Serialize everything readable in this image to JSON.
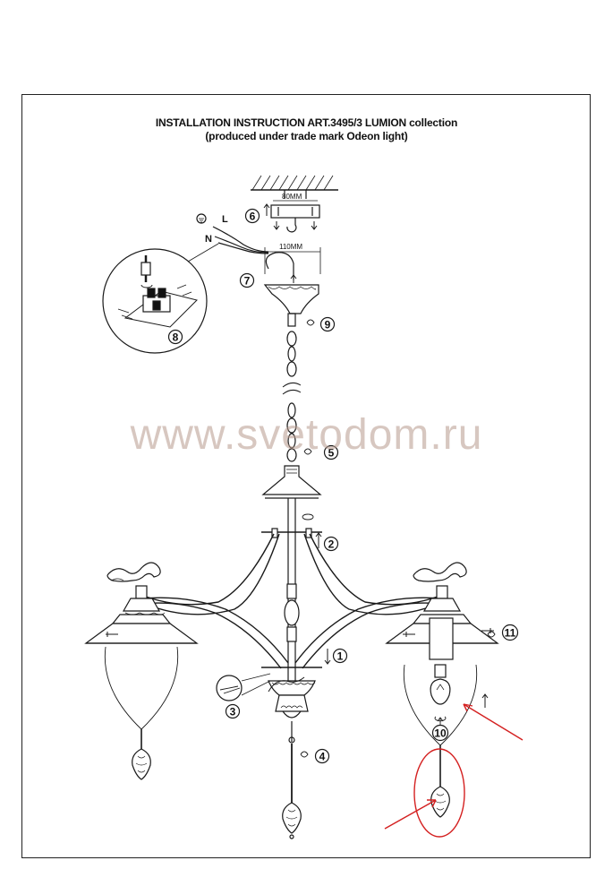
{
  "title": {
    "line1": "INSTALLATION INSTRUCTION  ART.3495/3 LUMION collection",
    "line2": "(produced under trade mark Odeon light)"
  },
  "watermark": "www.svetodom.ru",
  "dimensions": {
    "bracket": "80MM",
    "canopy": "110MM"
  },
  "wire_labels": {
    "live": "L",
    "neutral": "N"
  },
  "steps": {
    "s1": "1",
    "s2": "2",
    "s3": "3",
    "s4": "4",
    "s5": "5",
    "s6": "6",
    "s7": "7",
    "s8": "8",
    "s9": "9",
    "s10": "10",
    "s11": "11"
  },
  "colors": {
    "line": "#1a1a1a",
    "annotation": "#d42020",
    "watermark": "#b89b8d"
  }
}
